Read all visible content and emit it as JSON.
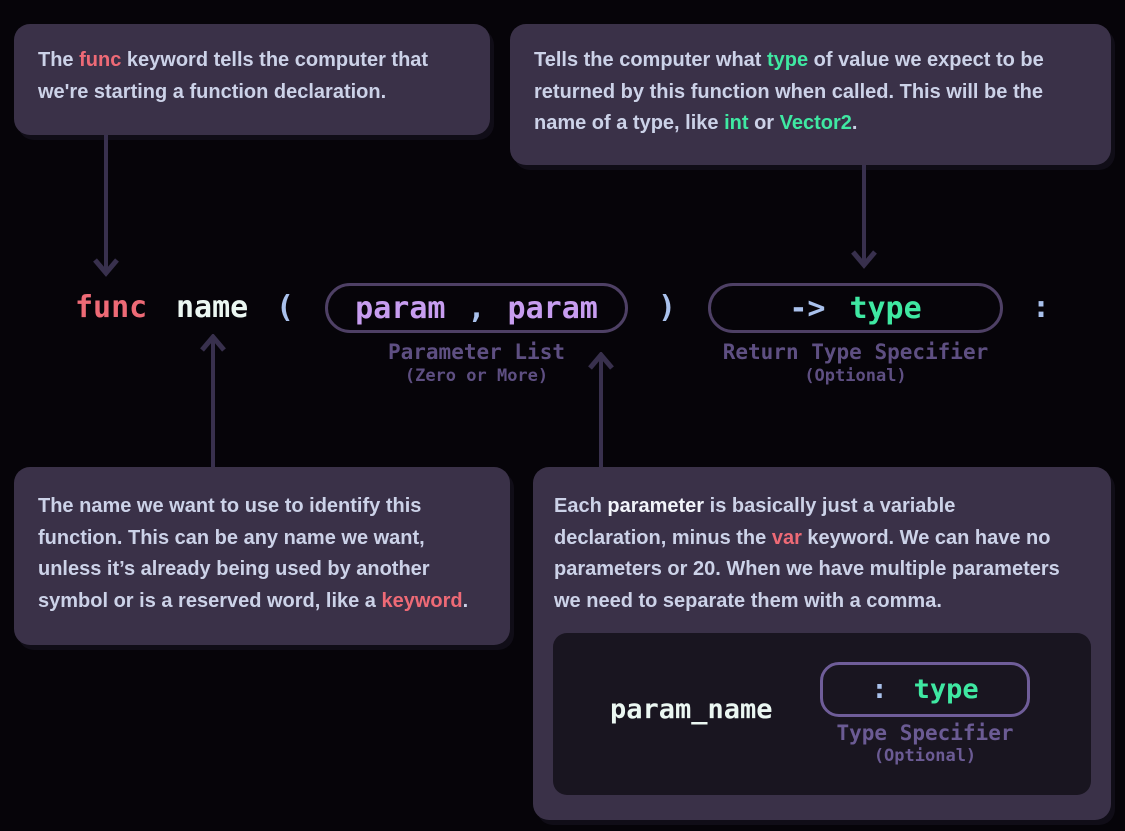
{
  "meta": {
    "description_topic": "Function declaration syntax diagram",
    "background_color": "#060409",
    "callout_bg_color": "#3a3148",
    "accent_coral": "#ee6a76",
    "accent_green": "#3fe8a2",
    "accent_blue": "#a9c1ec",
    "accent_param_purple": "#c79df0",
    "label_purple": "#5e4f82",
    "arrow_color": "#38304d"
  },
  "callouts": {
    "func_keyword": {
      "segments": [
        {
          "t": "The "
        },
        {
          "t": "func",
          "c": "coral"
        },
        {
          "t": " keyword tells the computer that",
          "br": true
        },
        {
          "t": "we're starting a function declaration."
        }
      ]
    },
    "return_type": {
      "segments": [
        {
          "t": "Tells the computer what "
        },
        {
          "t": "type",
          "c": "green"
        },
        {
          "t": " of value we expect to be",
          "br": true
        },
        {
          "t": "returned by this function when called. This will be the",
          "br": true
        },
        {
          "t": "name of a type, like "
        },
        {
          "t": "int",
          "c": "green"
        },
        {
          "t": " or "
        },
        {
          "t": "Vector2",
          "c": "green"
        },
        {
          "t": "."
        }
      ]
    },
    "function_name": {
      "segments": [
        {
          "t": "The name we want to use to identify this",
          "br": true
        },
        {
          "t": "function. This can be any name we want,",
          "br": true
        },
        {
          "t": "unless it’s already being used by another",
          "br": true
        },
        {
          "t": "symbol or is a reserved word, like a "
        },
        {
          "t": "keyword",
          "c": "coral"
        },
        {
          "t": "."
        }
      ]
    },
    "parameters": {
      "segments": [
        {
          "t": "Each "
        },
        {
          "t": "parameter",
          "c": "bright"
        },
        {
          "t": " is basically just a variable",
          "br": true
        },
        {
          "t": "declaration, minus the "
        },
        {
          "t": "var",
          "c": "coral"
        },
        {
          "t": " keyword. We can have no",
          "br": true
        },
        {
          "t": "parameters or 20. When we have multiple parameters",
          "br": true
        },
        {
          "t": "we need to separate them with a comma."
        }
      ]
    }
  },
  "code": {
    "func_keyword": "func",
    "name": "name",
    "open_paren": "(",
    "param1": "param",
    "comma": ",",
    "param2": "param",
    "close_paren": ")",
    "return_arrow": "->",
    "return_type": "type",
    "colon": ":"
  },
  "labels": {
    "parameter_list": "Parameter List",
    "parameter_list_sub": "(Zero or More)",
    "return_type_specifier": "Return Type Specifier",
    "return_type_specifier_sub": "(Optional)",
    "type_specifier": "Type Specifier",
    "type_specifier_sub": "(Optional)"
  },
  "param_example": {
    "param_name": "param_name",
    "colon": ":",
    "type": "type"
  }
}
